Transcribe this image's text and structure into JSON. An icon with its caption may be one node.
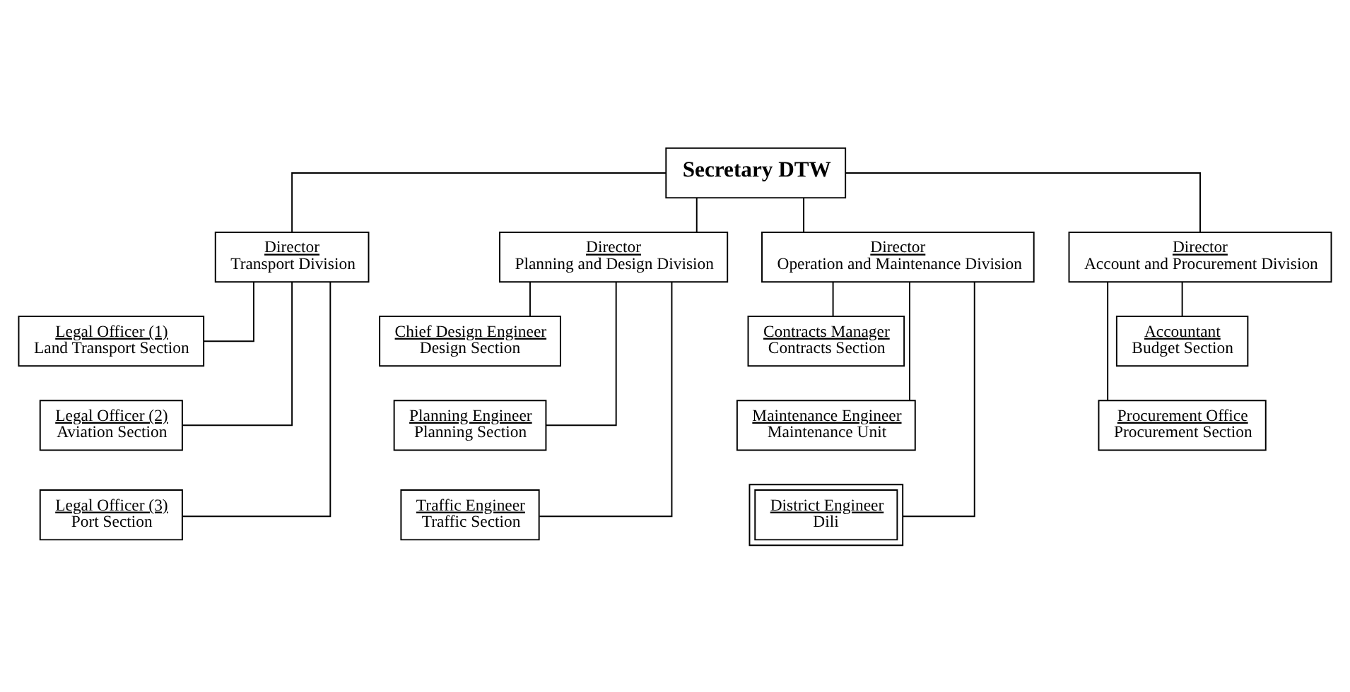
{
  "diagram": {
    "nodes": [
      {
        "text": [
          "Secretary DTW"
        ]
      },
      {
        "text": [
          "Director",
          "Transport Division"
        ]
      },
      {
        "text": [
          "Director",
          "Planning and Design Division"
        ]
      },
      {
        "text": [
          "Director",
          "Operation and Maintenance Division"
        ]
      },
      {
        "text": [
          "Director",
          "Account and Procurement Division"
        ]
      },
      {
        "text": [
          "Legal Officer (1)",
          "Land Transport Section"
        ]
      },
      {
        "text": [
          "Legal Officer (2)",
          "Aviation Section"
        ]
      },
      {
        "text": [
          "Legal Officer (3)",
          "Port Section"
        ]
      },
      {
        "text": [
          "Chief Design Engineer",
          "Design Section"
        ]
      },
      {
        "text": [
          "Planning Engineer",
          "Planning Section"
        ]
      },
      {
        "text": [
          "Traffic Engineer",
          "Traffic Section"
        ]
      },
      {
        "text": [
          "Contracts Manager",
          "Contracts Section"
        ]
      },
      {
        "text": [
          "Maintenance Engineer",
          "Maintenance Unit"
        ]
      },
      {
        "text": [
          "District Engineer",
          "Dili"
        ]
      },
      {
        "text": [
          "Accountant",
          "Budget Section"
        ]
      },
      {
        "text": [
          "Procurement Office",
          "Procurement Section"
        ]
      }
    ],
    "edges": [
      {
        "from": 0,
        "to": 1,
        "arrow": "none"
      },
      {
        "from": 0,
        "to": 2,
        "arrow": "none"
      },
      {
        "from": 0,
        "to": 3,
        "arrow": "none"
      },
      {
        "from": 0,
        "to": 4,
        "arrow": "none"
      },
      {
        "from": 1,
        "to": 5,
        "arrow": "none"
      },
      {
        "from": 1,
        "to": 6,
        "arrow": "none"
      },
      {
        "from": 1,
        "to": 7,
        "arrow": "none"
      },
      {
        "from": 2,
        "to": 8,
        "arrow": "none"
      },
      {
        "from": 2,
        "to": 9,
        "arrow": "none"
      },
      {
        "from": 2,
        "to": 10,
        "arrow": "none"
      },
      {
        "from": 3,
        "to": 11,
        "arrow": "none"
      },
      {
        "from": 3,
        "to": 12,
        "arrow": "none"
      },
      {
        "from": 3,
        "to": 13,
        "arrow": "none"
      },
      {
        "from": 4,
        "to": 14,
        "arrow": "none"
      },
      {
        "from": 4,
        "to": 15,
        "arrow": "none"
      }
    ]
  }
}
